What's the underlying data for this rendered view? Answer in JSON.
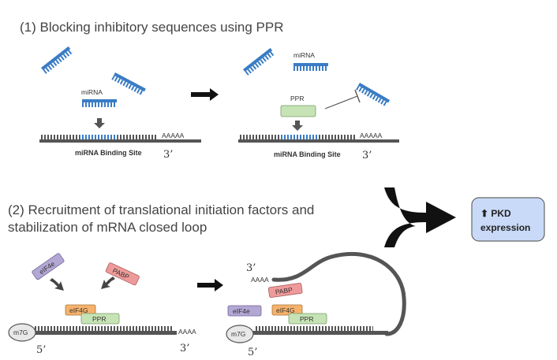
{
  "panel1": {
    "title": "(1) Blocking inhibitory sequences using PPR",
    "mirna_label": "miRNA",
    "polyA": "AAAAA",
    "binding_site": "miRNA Binding Site",
    "three_prime": "3’",
    "ppr_label": "PPR"
  },
  "panel2": {
    "title_line1": "(2) Recruitment of translational initiation factors and",
    "title_line2": "stabilization of mRNA closed loop",
    "elf4e": "eIF4e",
    "pabp": "PABP",
    "elf4g": "eIF4G",
    "ppr": "PPR",
    "m7g": "m7G",
    "polyA": "AAAA",
    "five_prime": "5’",
    "three_prime": "3’"
  },
  "outcome": {
    "line1": "⬆ PKD",
    "line2": "expression"
  },
  "colors": {
    "mirna_blue": "#3a7cc4",
    "ppr_green": "#c6e3b5",
    "elf4e_purple": "#b3a7d4",
    "pabp_red": "#ef9a9a",
    "elf4g_orange": "#f6b26b",
    "outcome_blue": "#c9daf8",
    "mrna_gray": "#555555"
  }
}
